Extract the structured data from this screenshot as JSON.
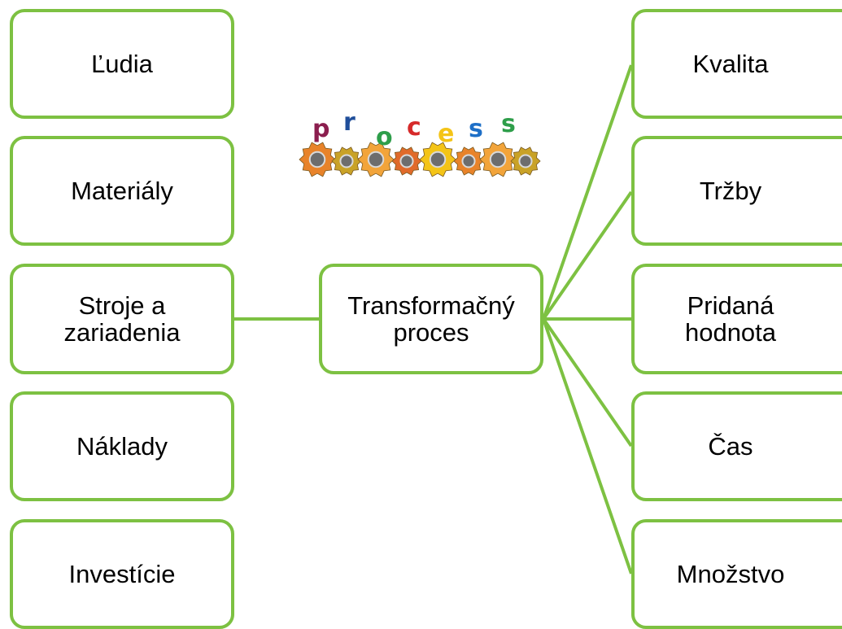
{
  "colors": {
    "box_border": "#7DC142",
    "connector": "#7DC142",
    "text": "#000000",
    "background": "#FFFFFF"
  },
  "inputs": [
    "Ľudia",
    "Materiály",
    "Stroje a\nzariadenia",
    "Náklady",
    "Investície"
  ],
  "center": "Transformačný\nproces",
  "outputs": [
    "Kvalita",
    "Tržby",
    "Pridaná\nhodnota",
    "Čas",
    "Množstvo"
  ],
  "logo": {
    "icon": "process-gears-logo",
    "letters": [
      "p",
      "r",
      "o",
      "c",
      "e",
      "s",
      "s"
    ],
    "letter_colors": [
      "#8B1E4E",
      "#1F4E9A",
      "#2E9E4A",
      "#D62A2A",
      "#F4C417",
      "#1E6FC7",
      "#2E9E4A"
    ]
  }
}
